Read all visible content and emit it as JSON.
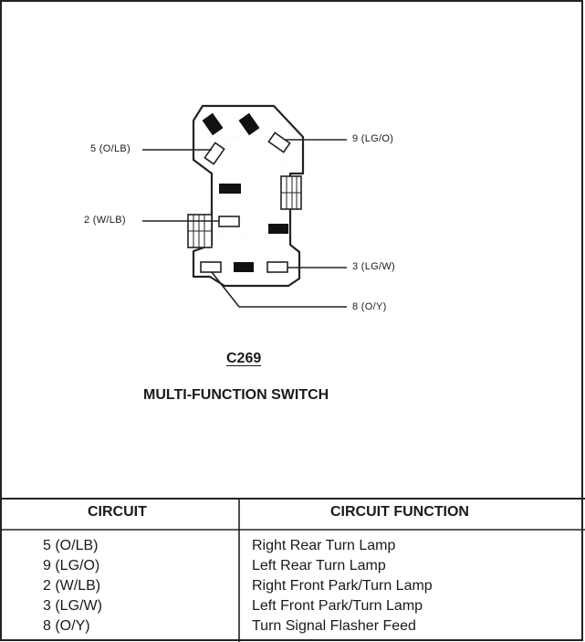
{
  "diagram": {
    "connector_id": "C269",
    "component_name": "MULTI-FUNCTION SWITCH",
    "pin_labels": {
      "pin5": "5 (O/LB)",
      "pin9": "9 (LG/O)",
      "pin2": "2 (W/LB)",
      "pin3": "3 (LG/W)",
      "pin8": "8 (O/Y)"
    }
  },
  "table": {
    "headers": {
      "circuit": "CIRCUIT",
      "function": "CIRCUIT FUNCTION"
    },
    "rows": [
      {
        "circuit": "5 (O/LB)",
        "function": "Right Rear Turn Lamp"
      },
      {
        "circuit": "9 (LG/O)",
        "function": "Left Rear Turn Lamp"
      },
      {
        "circuit": "2 (W/LB)",
        "function": "Right Front Park/Turn Lamp"
      },
      {
        "circuit": "3 (LG/W)",
        "function": "Left Front Park/Turn Lamp"
      },
      {
        "circuit": "8 (O/Y)",
        "function": "Turn Signal Flasher Feed"
      }
    ]
  }
}
